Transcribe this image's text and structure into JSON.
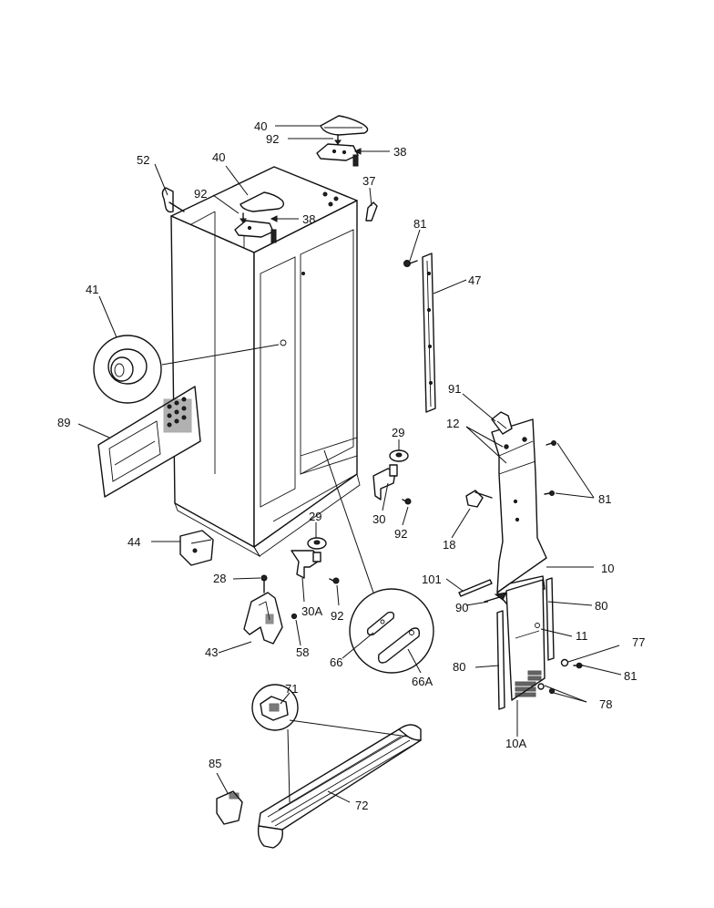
{
  "callouts": {
    "c40a": "40",
    "c92a": "92",
    "c38a": "38",
    "c52": "52",
    "c40b": "40",
    "c92b": "92",
    "c38b": "38",
    "c37": "37",
    "c81a": "81",
    "c47": "47",
    "c41": "41",
    "c89": "89",
    "c91": "91",
    "c12": "12",
    "c29a": "29",
    "c81b": "81",
    "c29b": "29",
    "c30": "30",
    "c92c": "92",
    "c18": "18",
    "c44": "44",
    "c10": "10",
    "c28": "28",
    "c101": "101",
    "c80a": "80",
    "c30A": "30A",
    "c92d": "92",
    "c90": "90",
    "c11": "11",
    "c77": "77",
    "c43": "43",
    "c58": "58",
    "c66": "66",
    "c66A": "66A",
    "c80b": "80",
    "c81c": "81",
    "c78": "78",
    "c10A": "10A",
    "c71": "71",
    "c85": "85",
    "c72": "72"
  }
}
